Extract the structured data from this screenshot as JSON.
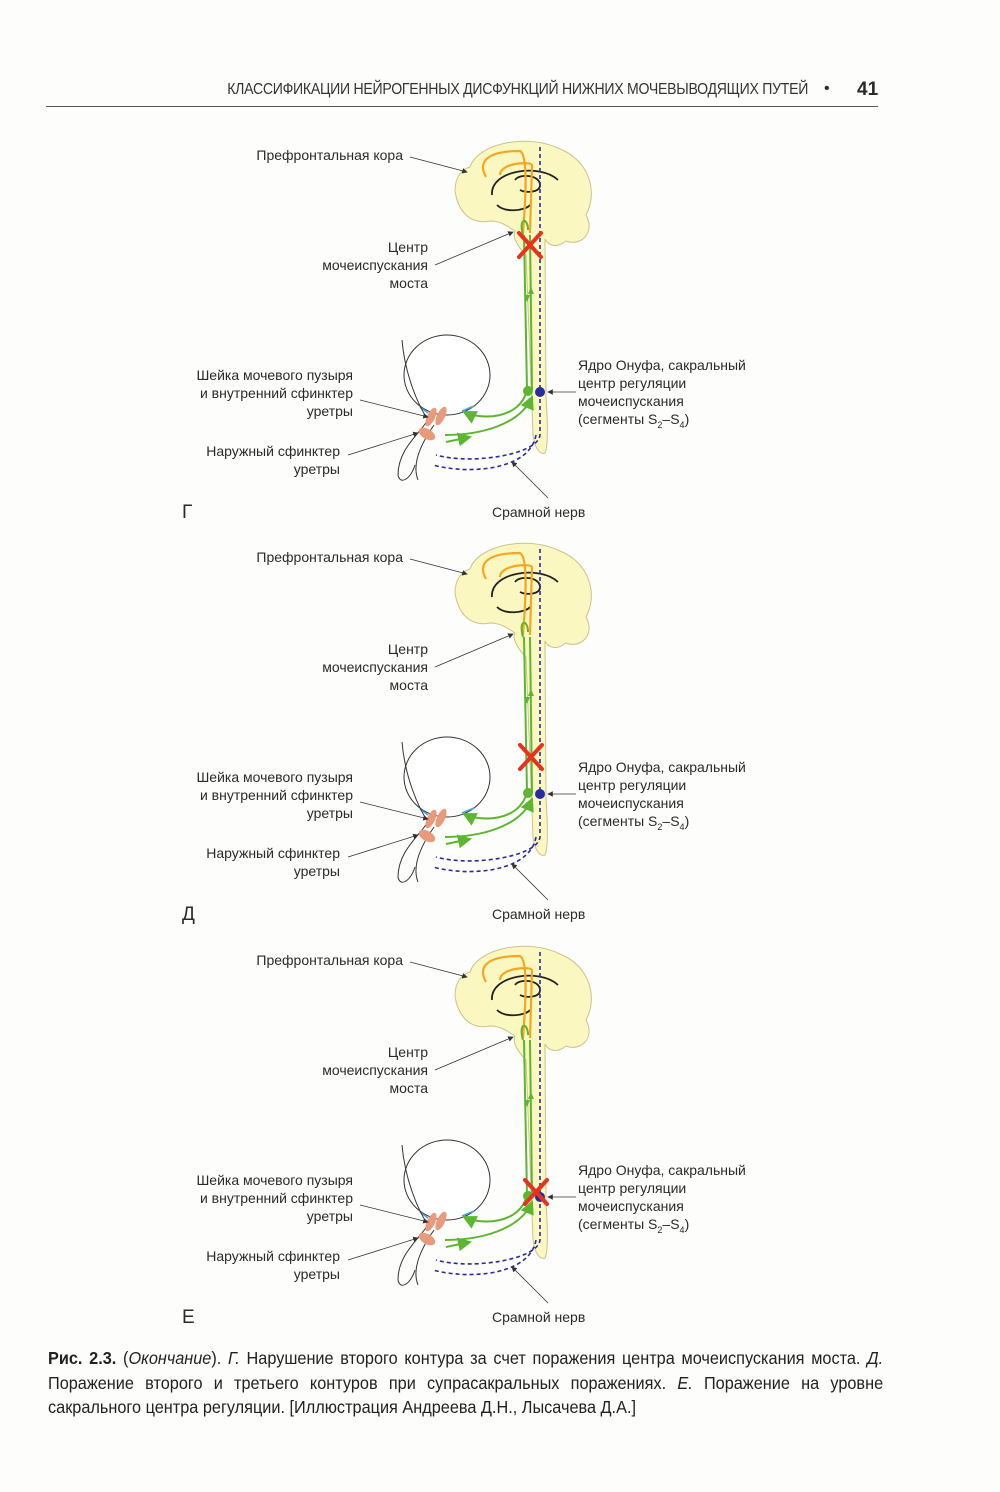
{
  "header": {
    "title": "КЛАССИФИКАЦИИ НЕЙРОГЕННЫХ ДИСФУНКЦИЙ НИЖНИХ МОЧЕВЫВОДЯЩИХ ПУТЕЙ",
    "bullet": "•",
    "page_number": "41"
  },
  "labels": {
    "cortex": "Префронтальная кора",
    "pons_center": "Центр\nмочеиспускания\nмоста",
    "bladder_neck": "Шейка мочевого пузыря\nи внутренний сфинктер\nуретры",
    "external_sphincter": "Наружный сфинктер\nуретры",
    "onuf_1": "Ядро Онуфа, сакральный\nцентр регуляции\nмочеиспускания",
    "onuf_2": "(сегменты S",
    "onuf_s2": "2",
    "onuf_dash": "–S",
    "onuf_s4": "4",
    "onuf_end": ")",
    "pudendal": "Срамной нерв"
  },
  "panels": [
    {
      "letter": "Г",
      "lesion": "pons"
    },
    {
      "letter": "Д",
      "lesion": "suprasacral"
    },
    {
      "letter": "Е",
      "lesion": "sacral"
    }
  ],
  "colors": {
    "brain": "#fbf7c0",
    "green": "#5db531",
    "orange": "#f5a623",
    "blue": "#2a2aa0",
    "lesion": "#e8321e",
    "sphincter": "#e89a7a"
  },
  "caption": {
    "fig": "Рис. 2.3.",
    "part1": " (",
    "ending": "Окончание",
    "part2": "). ",
    "g": "Г.",
    "g_text": " Нарушение второго контура за счет поражения центра мочеиспускания моста. ",
    "d": "Д.",
    "d_text": " Поражение второго и третьего контуров при супрасакральных поражениях. ",
    "e": "Е.",
    "e_text": " Поражение на уровне сакрального центра регуляции. [Иллюстрация Андреева Д.Н., Лысачева Д.А.]"
  }
}
